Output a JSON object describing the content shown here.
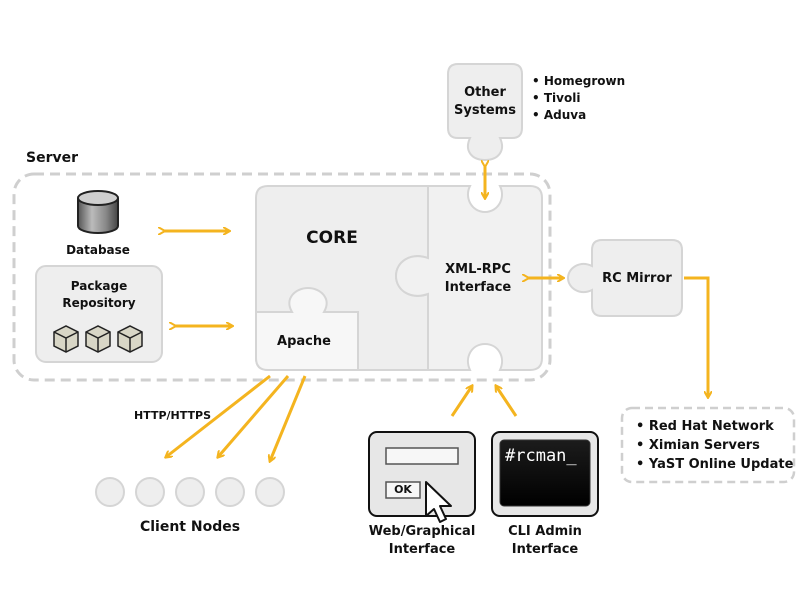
{
  "server": {
    "label": "Server"
  },
  "database": {
    "label": "Database"
  },
  "package_repository": {
    "label_line1": "Package",
    "label_line2": "Repository"
  },
  "core": {
    "label": "CORE"
  },
  "apache": {
    "label": "Apache"
  },
  "xmlrpc": {
    "label_line1": "XML-RPC",
    "label_line2": "Interface"
  },
  "other_systems": {
    "label_line1": "Other",
    "label_line2": "Systems",
    "items": [
      "Homegrown",
      "Tivoli",
      "Aduva"
    ]
  },
  "rc_mirror": {
    "label": "RC Mirror"
  },
  "upstream": {
    "items": [
      "Red Hat Network",
      "Ximian Servers",
      "YaST Online Update"
    ]
  },
  "http_label": "HTTP/HTTPS",
  "client_nodes": {
    "label": "Client Nodes",
    "count": 5
  },
  "web_interface": {
    "ok_label": "OK",
    "label_line1": "Web/Graphical",
    "label_line2": "Interface"
  },
  "cli_interface": {
    "prompt": "#rcman_",
    "label_line1": "CLI Admin",
    "label_line2": "Interface"
  },
  "colors": {
    "arrow": "#f4b41f",
    "box_fill": "#eeeeee",
    "box_stroke": "#d5d5d5",
    "dashed_border": "#cfcfcf",
    "terminal_bg": "#111111"
  }
}
